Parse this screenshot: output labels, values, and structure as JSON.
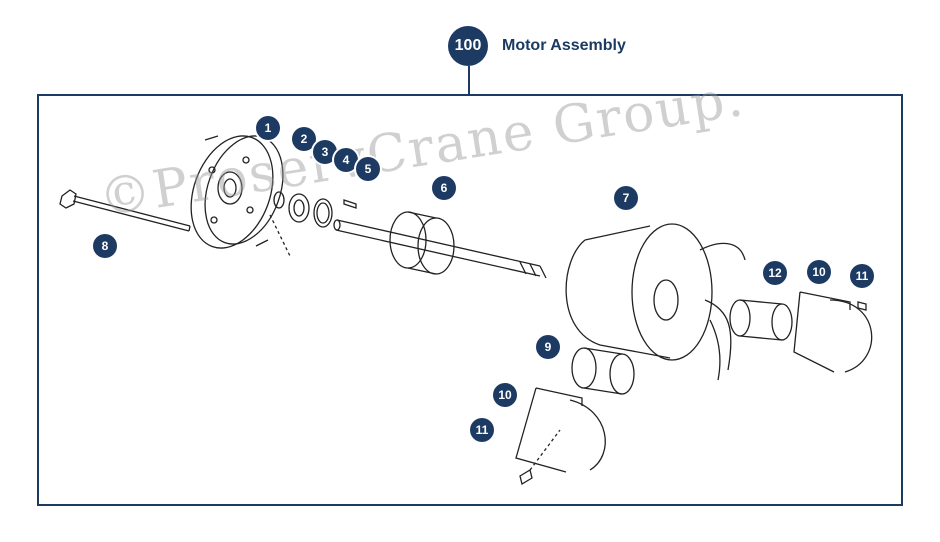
{
  "header": {
    "number": "100",
    "title": "Motor Assembly"
  },
  "watermark": "©ProservCrane Group.",
  "callouts": [
    {
      "id": "c1",
      "label": "1"
    },
    {
      "id": "c2",
      "label": "2"
    },
    {
      "id": "c3",
      "label": "3"
    },
    {
      "id": "c4",
      "label": "4"
    },
    {
      "id": "c5",
      "label": "5"
    },
    {
      "id": "c6",
      "label": "6"
    },
    {
      "id": "c7",
      "label": "7"
    },
    {
      "id": "c8",
      "label": "8"
    },
    {
      "id": "c9",
      "label": "9"
    },
    {
      "id": "c10a",
      "label": "10"
    },
    {
      "id": "c10b",
      "label": "10"
    },
    {
      "id": "c11a",
      "label": "11"
    },
    {
      "id": "c11b",
      "label": "11"
    },
    {
      "id": "c12",
      "label": "12"
    }
  ],
  "colors": {
    "brand": "#1d3a63",
    "line": "#222222"
  }
}
